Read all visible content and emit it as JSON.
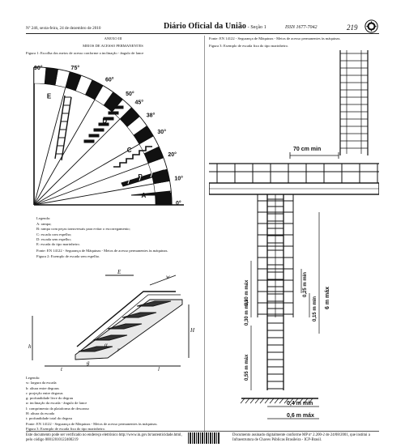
{
  "header": {
    "issue": "Nº 246, sexta-feira, 24 de dezembro de 2010",
    "title": "Diário Oficial da União",
    "section": " - Seção 1",
    "issn": "ISSN 1677-7042",
    "page": "219"
  },
  "left": {
    "annex": "ANEXO III",
    "annex_title": "MEIOS DE ACESSO PERMANENTES",
    "fig1_caption": "Figura 1: Escolha dos meios de acesso conforme a inclinação - ângulo de lance",
    "fig1": {
      "angles": [
        "90°",
        "75°",
        "60°",
        "50°",
        "45°",
        "38°",
        "30°",
        "20°",
        "10°",
        "0°"
      ],
      "letters": [
        "A",
        "B",
        "C",
        "D",
        "E"
      ]
    },
    "legend_title": "Legenda:",
    "legend": [
      "A: rampa;",
      "B: rampa com peças transversais para evitar o escorregamento;",
      "C: escada com espelho;",
      "D: escada sem espelho;",
      "E: escada do tipo marinheiro."
    ],
    "source1": "Fonte: EN 14122 - Segurança de Máquinas - Meios de acesso permanentes às máquinas.",
    "fig2_caption": "Figura 2: Exemplo de escada sem espelho.",
    "fig2_labels": [
      "E",
      "w",
      "H",
      "h",
      "g",
      "r",
      "α",
      "l",
      "t"
    ],
    "legend2_title": "Legenda:",
    "legend2": [
      "w: largura da escada",
      "h: altura entre degraus",
      "r: projeção entre degraus",
      "g: profundidade livre do degrau",
      "α: inclinação da escada - ângulo de lance",
      "l: comprimento da plataforma de descanso",
      "H: altura da escada",
      "t: profundidade total do degrau"
    ],
    "source2": "Fonte: EN 14122 - Segurança de Máquinas - Meios de acesso permanentes às máquinas.",
    "fig3_caption": "Figura 3: Exemplo de escada fixa do tipo marinheiro."
  },
  "right": {
    "source": "Fonte: EN 14122 - Segurança de Máquinas - Meios de acesso permanentes às máquinas.",
    "fig3_caption": "Figura 3: Exemplo de escada fixa do tipo marinheiro.",
    "dims": [
      "70 cm min",
      "0,30 m máx",
      "0,25 m mín",
      "0,15 m mín",
      "6 m máx",
      "0,55 m máx",
      "0,30 m máx",
      "0,4 m mín",
      "0,6 m máx"
    ]
  },
  "footer": {
    "left1": "Este documento pode ser verificado no endereço eletrônico http://www.in.gov.br/autenticidade.html,",
    "left2": "pelo código 00012010122400219",
    "right1": "Documento assinado digitalmente conforme MP nº 2.200-2 de 24/08/2001, que institui a",
    "right2": "Infraestrutura de Chaves Públicas Brasileira - ICP-Brasil."
  }
}
